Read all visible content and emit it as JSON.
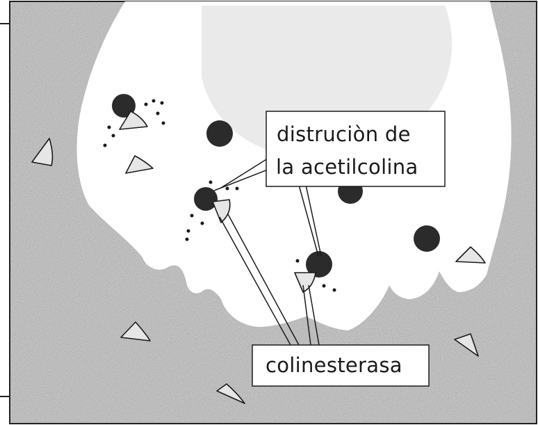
{
  "labels": {
    "destruction_line1": "distruciòn de",
    "destruction_line2": "la acetilcolina",
    "enzyme": "colinesterasa"
  },
  "colors": {
    "background_gray": "#c2c2c2",
    "cell_white": "#ffffff",
    "inner_shade": "#dcdcdc",
    "molecule_dark": "#2b2b2b",
    "enzyme_fill": "#e6e6e6",
    "stroke": "#1a1a1a"
  }
}
